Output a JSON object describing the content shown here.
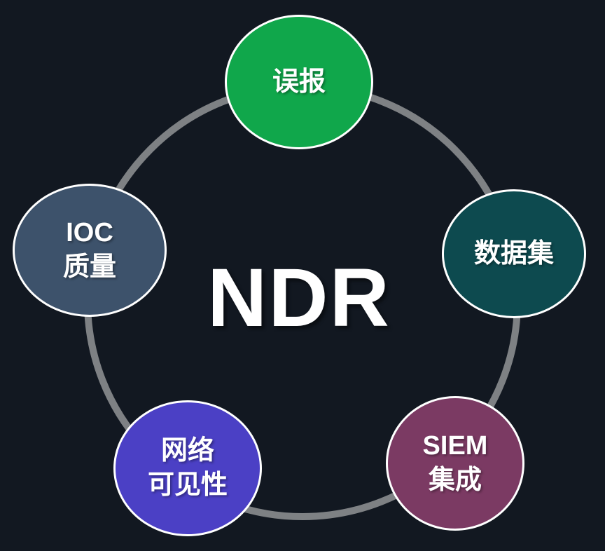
{
  "title": "NDR",
  "background_color": "#121821",
  "ring_color": "#7e8184",
  "text_color": "#ffffff",
  "node_border_color": "#ffffff",
  "nodes": [
    {
      "id": "false-positives",
      "line1": "误报",
      "line2": "",
      "color": "#10a74b"
    },
    {
      "id": "datasets",
      "line1": "数据集",
      "line2": "",
      "color": "#0d4a4f"
    },
    {
      "id": "siem-integration",
      "line1": "SIEM",
      "line2": "集成",
      "color": "#7b3a63"
    },
    {
      "id": "network-visibility",
      "line1": "网络",
      "line2": "可见性",
      "color": "#4b40c5"
    },
    {
      "id": "ioc-quality",
      "line1": "IOC",
      "line2": "质量",
      "color": "#3d526b"
    }
  ]
}
